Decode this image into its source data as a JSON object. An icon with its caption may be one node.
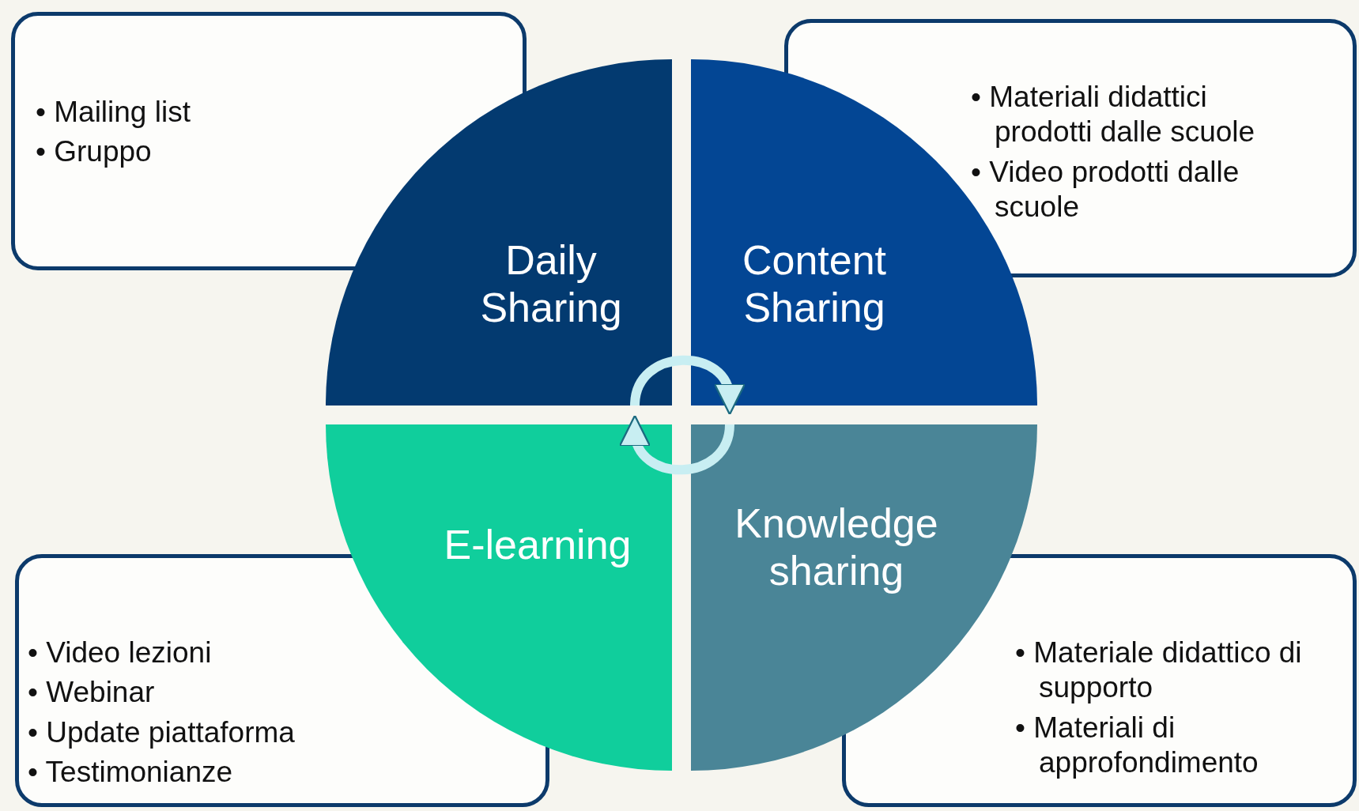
{
  "diagram": {
    "nodes": [
      {
        "text": [
          "• Mailing list",
          "• Gruppo"
        ]
      },
      {
        "text": [
          "• Materiali didattici prodotti dalle scuole",
          "• Video prodotti dalle scuole"
        ]
      },
      {
        "text": [
          "• Video lezioni",
          "• Webinar",
          "• Update piattaforma",
          "• Testimonianze"
        ]
      },
      {
        "text": [
          "• Materiale didattico di supporto",
          "• Materiali di approfondimento"
        ]
      },
      {
        "text": [
          "Daily Sharing"
        ]
      },
      {
        "text": [
          "Content Sharing"
        ]
      },
      {
        "text": [
          "E-learning"
        ]
      },
      {
        "text": [
          "Knowledge sharing"
        ]
      }
    ],
    "edges": [
      {
        "from": 4,
        "to": 5,
        "arrow": "to"
      },
      {
        "from": 7,
        "to": 6,
        "arrow": "to"
      }
    ]
  }
}
